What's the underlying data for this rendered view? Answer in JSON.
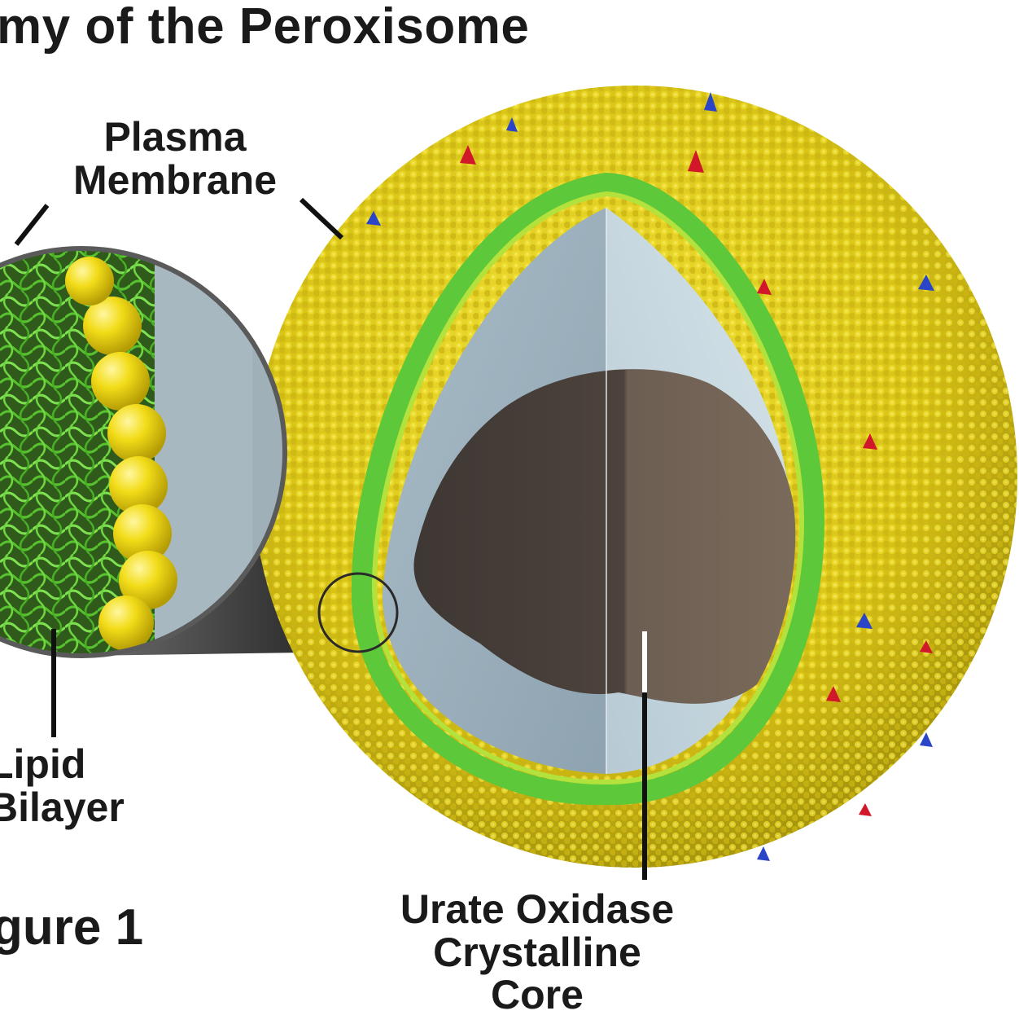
{
  "title": "my of the Peroxisome",
  "labels": {
    "plasma_membrane": [
      "Plasma",
      "Membrane"
    ],
    "lipid_bilayer": [
      "Lipid",
      "Bilayer"
    ],
    "urate_core": [
      "Urate Oxidase",
      "Crystalline",
      "Core"
    ]
  },
  "figure_label": "gure 1",
  "colors": {
    "membrane_yellow": "#e6d21c",
    "bilayer_green": "#5cc83a",
    "lumen_blue": "#b9ccd6",
    "core_dark": "#4a403a",
    "protein_red": "#d0182a",
    "protein_blue": "#2a45c8",
    "magnifier_gray": "#8a8a8a"
  }
}
